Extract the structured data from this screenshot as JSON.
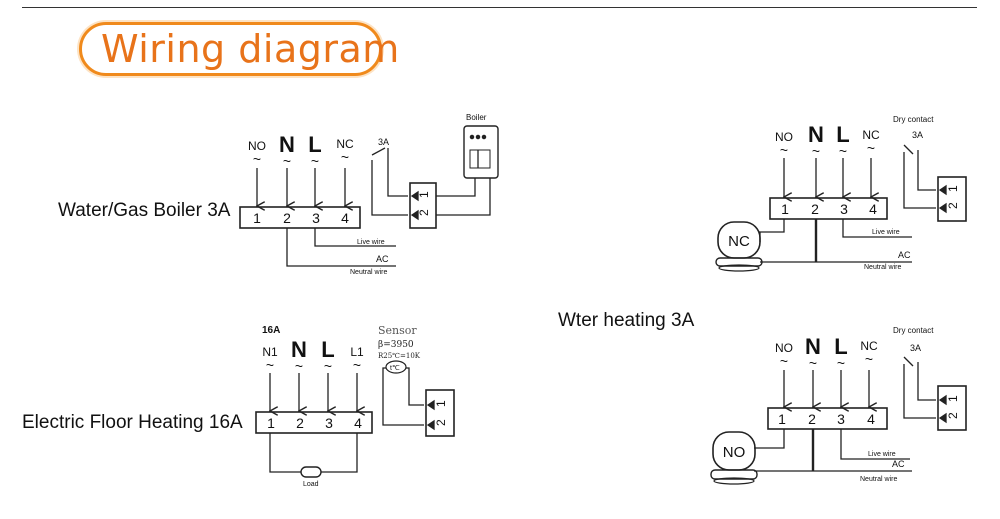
{
  "title": "Wiring diagram",
  "captions": {
    "boiler": "Water/Gas Boiler 3A",
    "water": "Wter heating 3A",
    "floor": "Electric Floor Heating 16A"
  },
  "terminals": {
    "t1": "1",
    "t2": "2",
    "t3": "3",
    "t4": "4",
    "no": "NO",
    "n": "N",
    "l": "L",
    "nc": "NC",
    "n1": "N1",
    "l1": "L1",
    "tilde": "~"
  },
  "labels": {
    "a3": "3A",
    "a16": "16A",
    "boiler": "Boiler",
    "dry_contact": "Dry contact",
    "live_wire": "Live wire",
    "ac": "AC",
    "neutral_wire": "Neutral wire",
    "load": "Load",
    "relay_1": "1",
    "relay_2": "2",
    "nc_valve": "NC",
    "no_valve": "NO"
  },
  "sensor": {
    "title": "Sensor",
    "beta": "β=3950",
    "r25": "R25℃=10K",
    "symbol": "t℃"
  },
  "colors": {
    "title": "#e8731a",
    "pill_border": "#f08a1c",
    "line": "#222222"
  }
}
